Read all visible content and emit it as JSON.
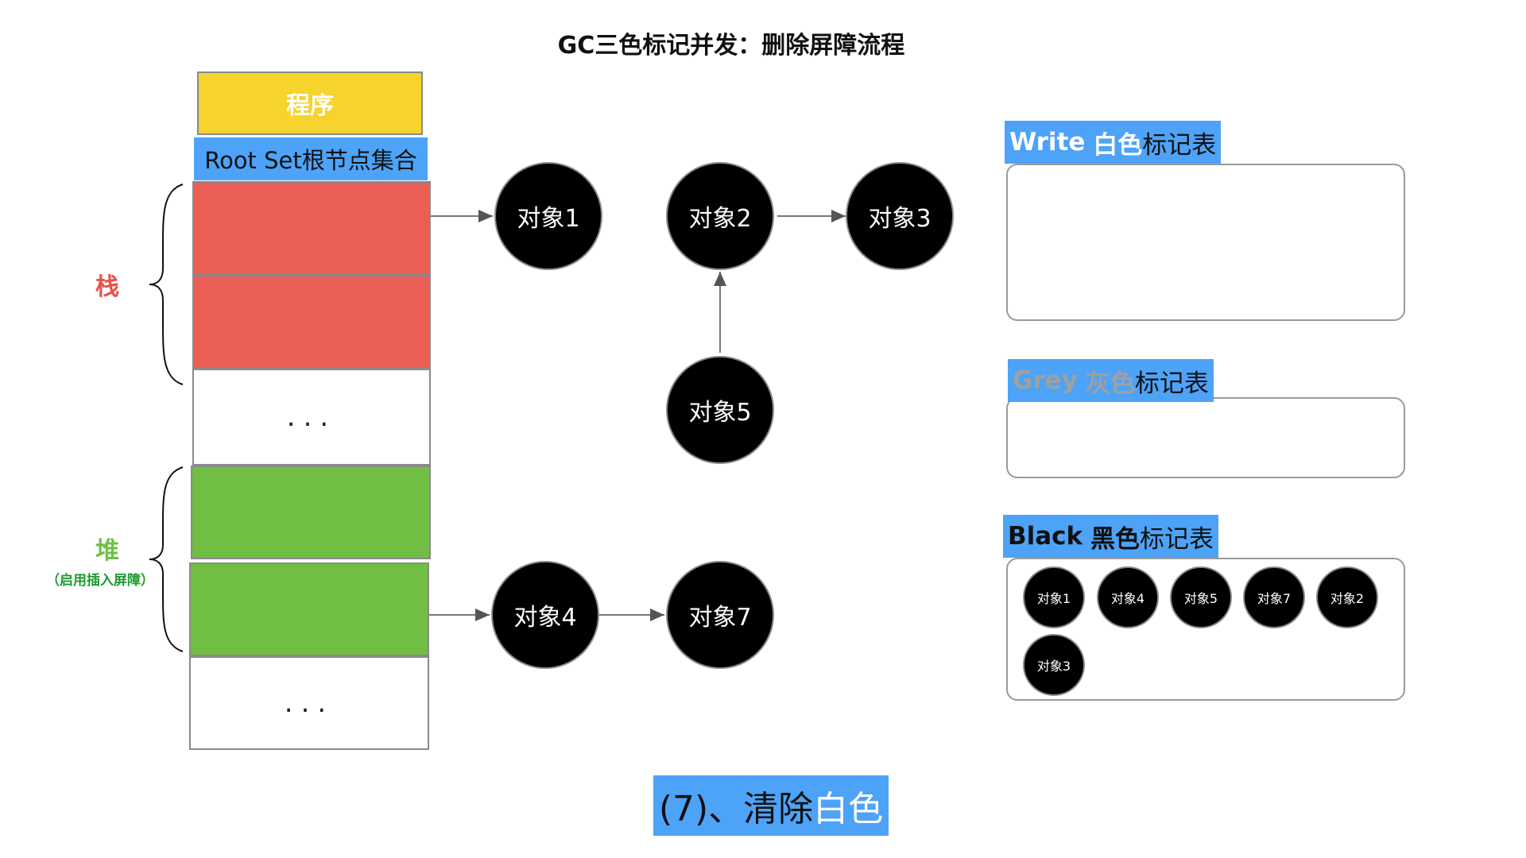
{
  "title": "GC三色标记并发：删除屏障流程",
  "program_label": "程序",
  "rootset_label": "Root Set根节点集合",
  "stack_label": "栈",
  "heap_label": "堆",
  "heap_sub_label": "（启用插入屏障）",
  "ellipsis": "...",
  "nodes": {
    "n1": "对象1",
    "n2": "对象2",
    "n3": "对象3",
    "n4": "对象4",
    "n5": "对象5",
    "n7": "对象7"
  },
  "tables": {
    "white": {
      "name": "Write",
      "color": "白色",
      "suffix": "标记表"
    },
    "grey": {
      "name": "Grey",
      "color": "灰色",
      "suffix": "标记表"
    },
    "black": {
      "name": "Black",
      "color": "黑色",
      "suffix": "标记表",
      "items": [
        "对象1",
        "对象4",
        "对象5",
        "对象7",
        "对象2",
        "对象3"
      ]
    }
  },
  "step": {
    "prefix": "(7)、清除",
    "highlight": "白色"
  },
  "colors": {
    "program": "#f6d32d",
    "label_blue": "#4da3f7",
    "stack_red": "#eb5e55",
    "heap_green": "#70bf44",
    "grey_text": "#a0a0a0"
  }
}
